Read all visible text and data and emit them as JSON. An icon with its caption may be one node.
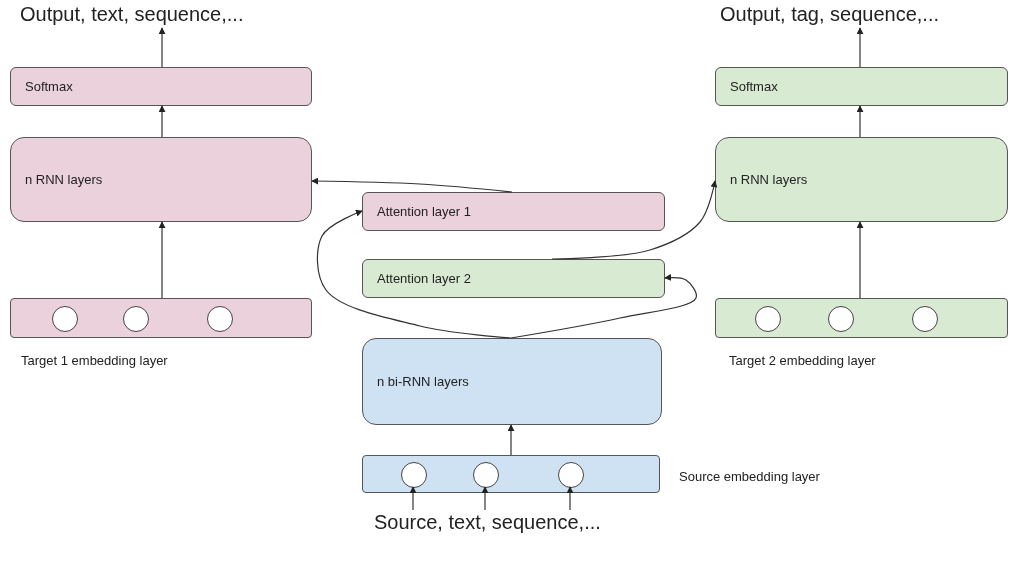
{
  "diagram": {
    "nodes": [
      {
        "text": [
          "Output, text, sequence,..."
        ]
      },
      {
        "text": [
          "Softmax"
        ]
      },
      {
        "text": [
          "n RNN layers"
        ]
      },
      {
        "text": [],
        "shape": "box",
        "beside": [
          "Target 1 embedding layer"
        ]
      },
      {
        "text": [],
        "shape": "circle",
        "in": 3
      },
      {
        "text": [],
        "shape": "circle",
        "in": 3
      },
      {
        "text": [],
        "shape": "circle",
        "in": 3
      },
      {
        "text": [
          "Attention layer 1"
        ]
      },
      {
        "text": [
          "Attention layer 2"
        ]
      },
      {
        "text": [
          "Output, tag, sequence,..."
        ]
      },
      {
        "text": [
          "Softmax"
        ]
      },
      {
        "text": [
          "n RNN layers"
        ]
      },
      {
        "text": [],
        "shape": "box",
        "beside": [
          "Target 2 embedding layer"
        ]
      },
      {
        "text": [],
        "shape": "circle",
        "in": 12
      },
      {
        "text": [],
        "shape": "circle",
        "in": 12
      },
      {
        "text": [],
        "shape": "circle",
        "in": 12
      },
      {
        "text": [
          "n bi-RNN layers"
        ]
      },
      {
        "text": [],
        "shape": "box",
        "beside": [
          "Source embedding layer"
        ]
      },
      {
        "text": [],
        "shape": "circle",
        "in": 17
      },
      {
        "text": [],
        "shape": "circle",
        "in": 17
      },
      {
        "text": [],
        "shape": "circle",
        "in": 17
      },
      {
        "text": [
          "Source, text, sequence,..."
        ]
      }
    ],
    "edges": [
      {
        "from": 1,
        "to": 0,
        "arrow": "to"
      },
      {
        "from": 2,
        "to": 1,
        "arrow": "to"
      },
      {
        "from": 3,
        "to": 2,
        "arrow": "to"
      },
      {
        "from": 10,
        "to": 9,
        "arrow": "to"
      },
      {
        "from": 11,
        "to": 10,
        "arrow": "to"
      },
      {
        "from": 12,
        "to": 11,
        "arrow": "to"
      },
      {
        "from": 17,
        "to": 16,
        "arrow": "to"
      },
      {
        "from": 21,
        "to": 18,
        "arrow": "to"
      },
      {
        "from": 21,
        "to": 19,
        "arrow": "to"
      },
      {
        "from": 21,
        "to": 20,
        "arrow": "to"
      },
      {
        "from": 16,
        "to": 7,
        "arrow": "to"
      },
      {
        "from": 16,
        "to": 8,
        "arrow": "to"
      },
      {
        "from": 7,
        "to": 2,
        "arrow": "to"
      },
      {
        "from": 8,
        "to": 11,
        "arrow": "to"
      }
    ]
  }
}
